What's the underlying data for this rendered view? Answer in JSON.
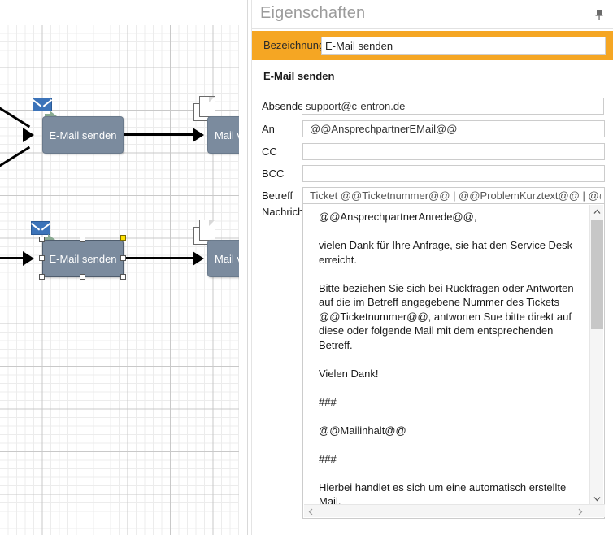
{
  "panel": {
    "title": "Eigenschaften",
    "pin_icon": "pin-icon",
    "bezeichnung_label": "Bezeichnung",
    "bezeichnung_value": "E-Mail senden",
    "section_title": "E-Mail senden",
    "accent_color": "#f5a623"
  },
  "fields": [
    {
      "label": "Absender",
      "value": "support@c-entron.de",
      "name": "absender"
    },
    {
      "label": "An",
      "value": "@@AnsprechpartnerEMail@@",
      "name": "an"
    },
    {
      "label": "CC",
      "value": "",
      "name": "cc"
    },
    {
      "label": "BCC",
      "value": "",
      "name": "bcc"
    },
    {
      "label": "Betreff",
      "value": "Ticket @@Ticketnummer@@ | @@ProblemKurztext@@ | @@Kund",
      "name": "betreff"
    }
  ],
  "message": {
    "label": "Nachricht",
    "value": "@@AnsprechpartnerAnrede@@,\n\nvielen Dank für Ihre Anfrage, sie hat den Service Desk erreicht.\n\nBitte beziehen Sie sich bei Rückfragen oder Antworten auf die im Betreff angegebene Nummer des Tickets @@Ticketnummer@@, antworten Sue bitte direkt auf diese oder folgende Mail mit dem entsprechenden Betreff.\n\nVielen Dank!\n\n###\n\n@@Mailinhalt@@\n\n###\n\nHierbei handlet es sich um eine automatisch erstellte Mail.",
    "scroll_up_icon": "chevron-up-icon",
    "scroll_down_icon": "chevron-down-icon",
    "scroll_left_icon": "chevron-left-icon",
    "scroll_right_icon": "chevron-right-icon"
  },
  "canvas": {
    "nodes": [
      {
        "label": "E-Mail senden",
        "name": "node-email-senden-1",
        "selected": false
      },
      {
        "label": "Mail ver",
        "name": "node-mail-ver-1",
        "selected": false
      },
      {
        "label": "E-Mail senden",
        "name": "node-email-senden-2",
        "selected": true
      },
      {
        "label": "Mail ve",
        "name": "node-mail-ver-2",
        "selected": false
      }
    ],
    "node_color": "#7b8b9e",
    "envelope_icon": "envelope-icon",
    "document_icon": "document-icon"
  }
}
